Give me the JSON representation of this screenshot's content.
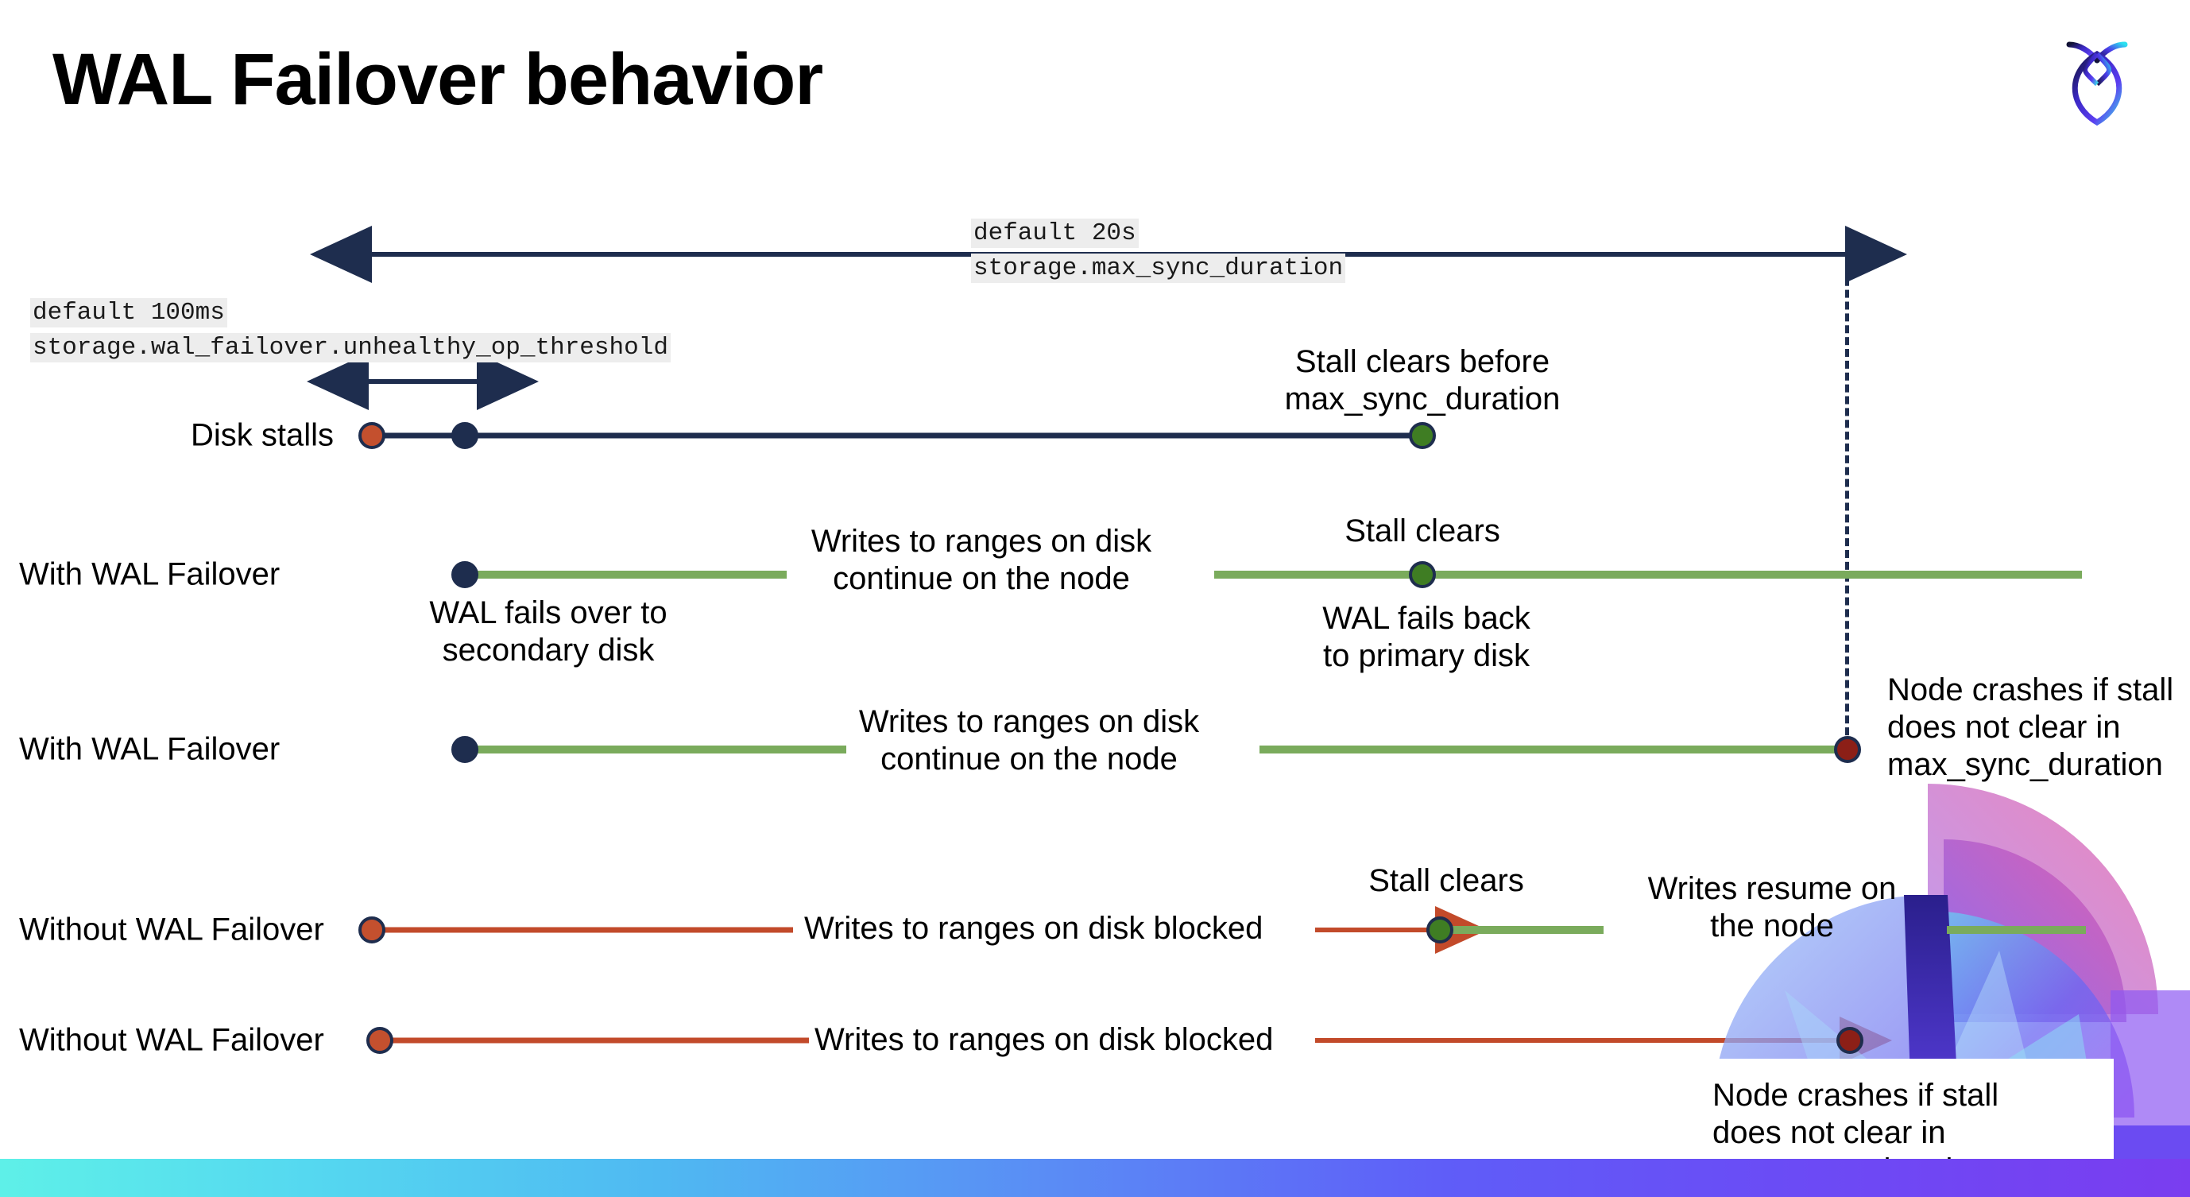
{
  "slide": {
    "title": "WAL Failover behavior",
    "logo_name": "cockroachdb-logo"
  },
  "colors": {
    "navy": "#1e2d4e",
    "green_line": "#7aab5c",
    "red_line": "#c24a2a",
    "dot_orange": "#c4502e",
    "dot_green": "#3f7d23",
    "dot_darkred": "#8c1f17",
    "code_bg": "#ededed"
  },
  "annotations": {
    "max_sync": {
      "default": "default 20s",
      "setting": "storage.max_sync_duration"
    },
    "unhealthy_threshold": {
      "default": "default 100ms",
      "setting": "storage.wal_failover.unhealthy_op_threshold"
    }
  },
  "rows": [
    {
      "id": "disk-stalls",
      "label": "Disk stalls",
      "notes": [
        {
          "id": "stall-clears-before",
          "text": "Stall clears before\nmax_sync_duration"
        }
      ]
    },
    {
      "id": "with-wal-failover-1",
      "label": "With WAL Failover",
      "notes": [
        {
          "id": "writes-continue",
          "text": "Writes to ranges on disk\ncontinue on the node"
        },
        {
          "id": "wal-fails-over",
          "text": "WAL fails over to\nsecondary disk"
        },
        {
          "id": "stall-clears",
          "text": "Stall clears"
        },
        {
          "id": "wal-fails-back",
          "text": "WAL fails  back\nto primary disk"
        }
      ]
    },
    {
      "id": "with-wal-failover-2",
      "label": "With WAL Failover",
      "notes": [
        {
          "id": "writes-continue-2",
          "text": "Writes to ranges on disk\ncontinue on the node"
        },
        {
          "id": "node-crashes-1",
          "text": "Node crashes if stall\ndoes not clear in\nmax_sync_duration"
        }
      ]
    },
    {
      "id": "without-wal-failover-1",
      "label": "Without WAL Failover",
      "notes": [
        {
          "id": "writes-blocked-1",
          "text": "Writes to ranges on disk  blocked"
        },
        {
          "id": "stall-clears-2",
          "text": "Stall clears"
        },
        {
          "id": "writes-resume",
          "text": "Writes resume on\nthe node"
        }
      ]
    },
    {
      "id": "without-wal-failover-2",
      "label": "Without WAL Failover",
      "notes": [
        {
          "id": "writes-blocked-2",
          "text": "Writes to ranges on disk  blocked"
        },
        {
          "id": "node-crashes-2",
          "text": "Node crashes if stall\ndoes not clear in\nmax_sync_duration"
        }
      ]
    }
  ],
  "text": {
    "title": "WAL Failover behavior",
    "max_sync_default": "default 20s",
    "max_sync_setting": "storage.max_sync_duration",
    "unhealthy_default": "default 100ms",
    "unhealthy_setting": "storage.wal_failover.unhealthy_op_threshold",
    "row_disk_stalls": "Disk stalls",
    "row_with_wal_1": "With WAL Failover",
    "row_with_wal_2": "With WAL Failover",
    "row_without_wal_1": "Without WAL Failover",
    "row_without_wal_2": "Without WAL Failover",
    "note_stall_clears_before_l1": "Stall clears before",
    "note_stall_clears_before_l2": "max_sync_duration",
    "note_writes_continue_l1": "Writes to ranges on disk",
    "note_writes_continue_l2": "continue on the node",
    "note_wal_fails_over_l1": "WAL fails over to",
    "note_wal_fails_over_l2": "secondary disk",
    "note_stall_clears": "Stall clears",
    "note_wal_fails_back_l1": "WAL fails  back",
    "note_wal_fails_back_l2": "to primary disk",
    "note_writes_continue2_l1": "Writes to ranges on disk",
    "note_writes_continue2_l2": "continue on the node",
    "note_node_crashes_l1": "Node crashes if stall",
    "note_node_crashes_l2": "does not clear in",
    "note_node_crashes_l3": "max_sync_duration",
    "note_writes_blocked_1": "Writes to ranges on disk  blocked",
    "note_stall_clears_2": "Stall clears",
    "note_writes_resume_l1": "Writes resume on",
    "note_writes_resume_l2": "the node",
    "note_writes_blocked_2": "Writes to ranges on disk  blocked",
    "note_node_crashes2_l1": "Node crashes if stall",
    "note_node_crashes2_l2": "does not clear in",
    "note_node_crashes2_l3": "max_sync_duration"
  }
}
